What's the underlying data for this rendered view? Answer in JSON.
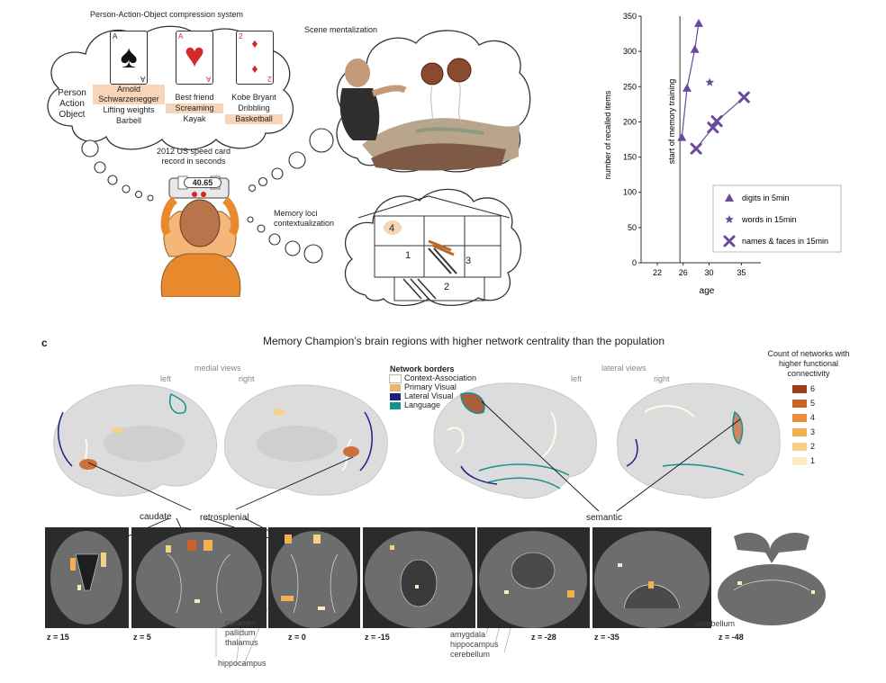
{
  "panel_a": {
    "compression_title": "Person-Action-Object compression system",
    "pao_label": [
      "Person",
      "Action",
      "Object"
    ],
    "cards": [
      {
        "rank": "A",
        "suit": "spade",
        "person": "Arnold Schwarzenegger",
        "action": "Lifting weights",
        "object": "Barbell",
        "highlight": "person"
      },
      {
        "rank": "A",
        "suit": "heart",
        "person": "Best friend",
        "action": "Screaming",
        "object": "Kayak",
        "highlight": "action"
      },
      {
        "rank": "2",
        "suit": "diamond",
        "person": "Kobe Bryant",
        "action": "Dribbling",
        "object": "Basketball",
        "highlight": "object"
      }
    ],
    "record_caption": "2012 US speed card record in seconds",
    "record_value": "40.65",
    "scene_title": "Scene mentalization",
    "loci_title": "Memory loci contextualization",
    "loci_numbers": [
      "4",
      "1",
      "3",
      "2"
    ]
  },
  "panel_c": {
    "letter": "c",
    "title": "Memory Champion’s brain regions with higher network centrality than the population",
    "medial_views": "medial views",
    "lateral_views": "lateral views",
    "left": "left",
    "right": "right",
    "network_borders_title": "Network borders",
    "network_borders": [
      {
        "name": "Context-Association",
        "color": "#fffbe8"
      },
      {
        "name": "Primary Visual",
        "color": "#e6b96a"
      },
      {
        "name": "Lateral Visual",
        "color": "#1a237e"
      },
      {
        "name": "Language",
        "color": "#12938e"
      }
    ],
    "count_title": "Count of networks with higher functional connectivity",
    "count_scale": [
      {
        "label": "6",
        "color": "#9c3f18"
      },
      {
        "label": "5",
        "color": "#c9632b"
      },
      {
        "label": "4",
        "color": "#e88e3e"
      },
      {
        "label": "3",
        "color": "#f2b053"
      },
      {
        "label": "2",
        "color": "#f6cf86"
      },
      {
        "label": "1",
        "color": "#fbeac2"
      }
    ],
    "region_labels": {
      "caudate": "caudate",
      "retrosplenial": "retrosplenial",
      "semantic": "semantic",
      "putamen": "putamen",
      "pallidum": "pallidum",
      "thalamus": "thalamus",
      "hippocampus": "hippocampus",
      "amygdala": "amygdala",
      "hippocampus2": "hippocampus",
      "cerebellum": "cerebellum",
      "cerebellum2": "cerebellum"
    },
    "slices": [
      "z = 15",
      "z = 5",
      "z = 0",
      "z = -15",
      "z = -28",
      "z = -35",
      "z =  -48"
    ]
  },
  "chart_data": {
    "type": "scatter",
    "xlabel": "age",
    "ylabel": "number of recalled items",
    "xlim": [
      19.5,
      38
    ],
    "ylim": [
      0,
      350
    ],
    "xticks": [
      22,
      26,
      30,
      35
    ],
    "yticks": [
      0,
      50,
      100,
      150,
      200,
      250,
      300,
      350
    ],
    "vline": {
      "x": 25.5,
      "label": "start of memory training"
    },
    "legend_position": "bottom-right",
    "series": [
      {
        "name": "digits in 5min",
        "marker": "triangle",
        "color": "#6a4a9c",
        "points": [
          [
            25.8,
            178
          ],
          [
            26.6,
            248
          ],
          [
            27.8,
            303
          ],
          [
            28.4,
            340
          ]
        ]
      },
      {
        "name": "words in 15min",
        "marker": "star",
        "color": "#6a4a9c",
        "points": [
          [
            30.1,
            256
          ]
        ]
      },
      {
        "name": "names & faces in 15min",
        "marker": "cross",
        "color": "#6a4a9c",
        "points": [
          [
            28.0,
            162
          ],
          [
            30.6,
            192
          ],
          [
            31.2,
            201
          ],
          [
            35.4,
            235
          ]
        ]
      }
    ]
  }
}
